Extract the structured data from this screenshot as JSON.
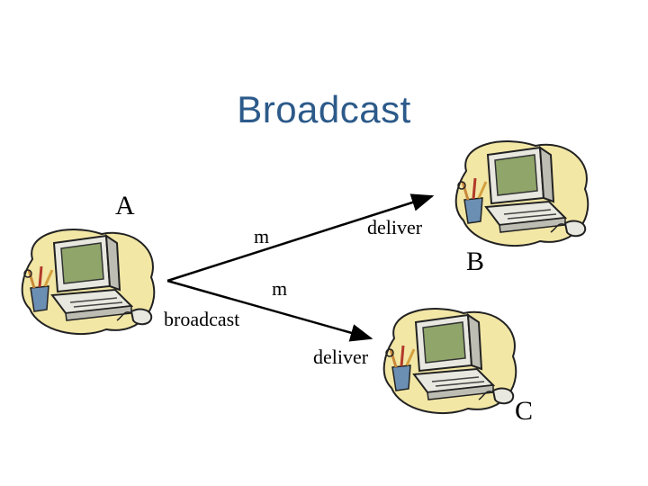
{
  "diagram": {
    "title": "Broadcast",
    "nodes": [
      {
        "id": "A",
        "label": "A",
        "icon": "computer-icon"
      },
      {
        "id": "B",
        "label": "B",
        "icon": "computer-icon"
      },
      {
        "id": "C",
        "label": "C",
        "icon": "computer-icon"
      }
    ],
    "edges": [
      {
        "from": "A",
        "to": "B",
        "message": "m",
        "action": "deliver"
      },
      {
        "from": "A",
        "to": "C",
        "message": "m",
        "action": "deliver"
      }
    ],
    "sender_action": "broadcast"
  },
  "colors": {
    "title": "#2c5a8a",
    "blob": "#f3e7a6",
    "monitor_screen": "#8fa56a",
    "casing": "#e8e8e0",
    "arrow": "#000000"
  }
}
